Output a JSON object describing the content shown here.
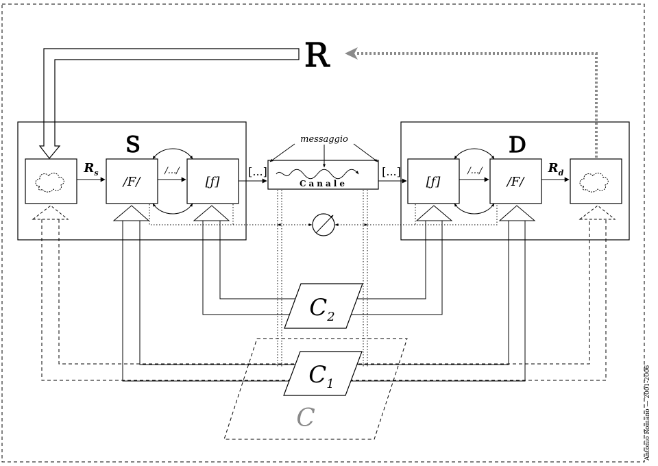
{
  "labels": {
    "feedback": "R",
    "source": "S",
    "destination": "D",
    "channel_message": "messaggio",
    "channel": "Canale",
    "encoder": "/F/",
    "code": "[ƒ]",
    "signal_s": "/.../",
    "signal_d": "/.../",
    "message_out": "[...]",
    "message_in": "[...]",
    "r_source": "R",
    "r_source_sub": "s",
    "r_dest": "R",
    "r_dest_sub": "d",
    "context_2": "C",
    "context_2_sub": "2",
    "context_1": "C",
    "context_1_sub": "1",
    "context": "C",
    "credit": "Antonio Romano — 2001-2006"
  },
  "colors": {
    "line": "#000000",
    "grey": "#8a8a8a",
    "background": "#ffffff"
  }
}
